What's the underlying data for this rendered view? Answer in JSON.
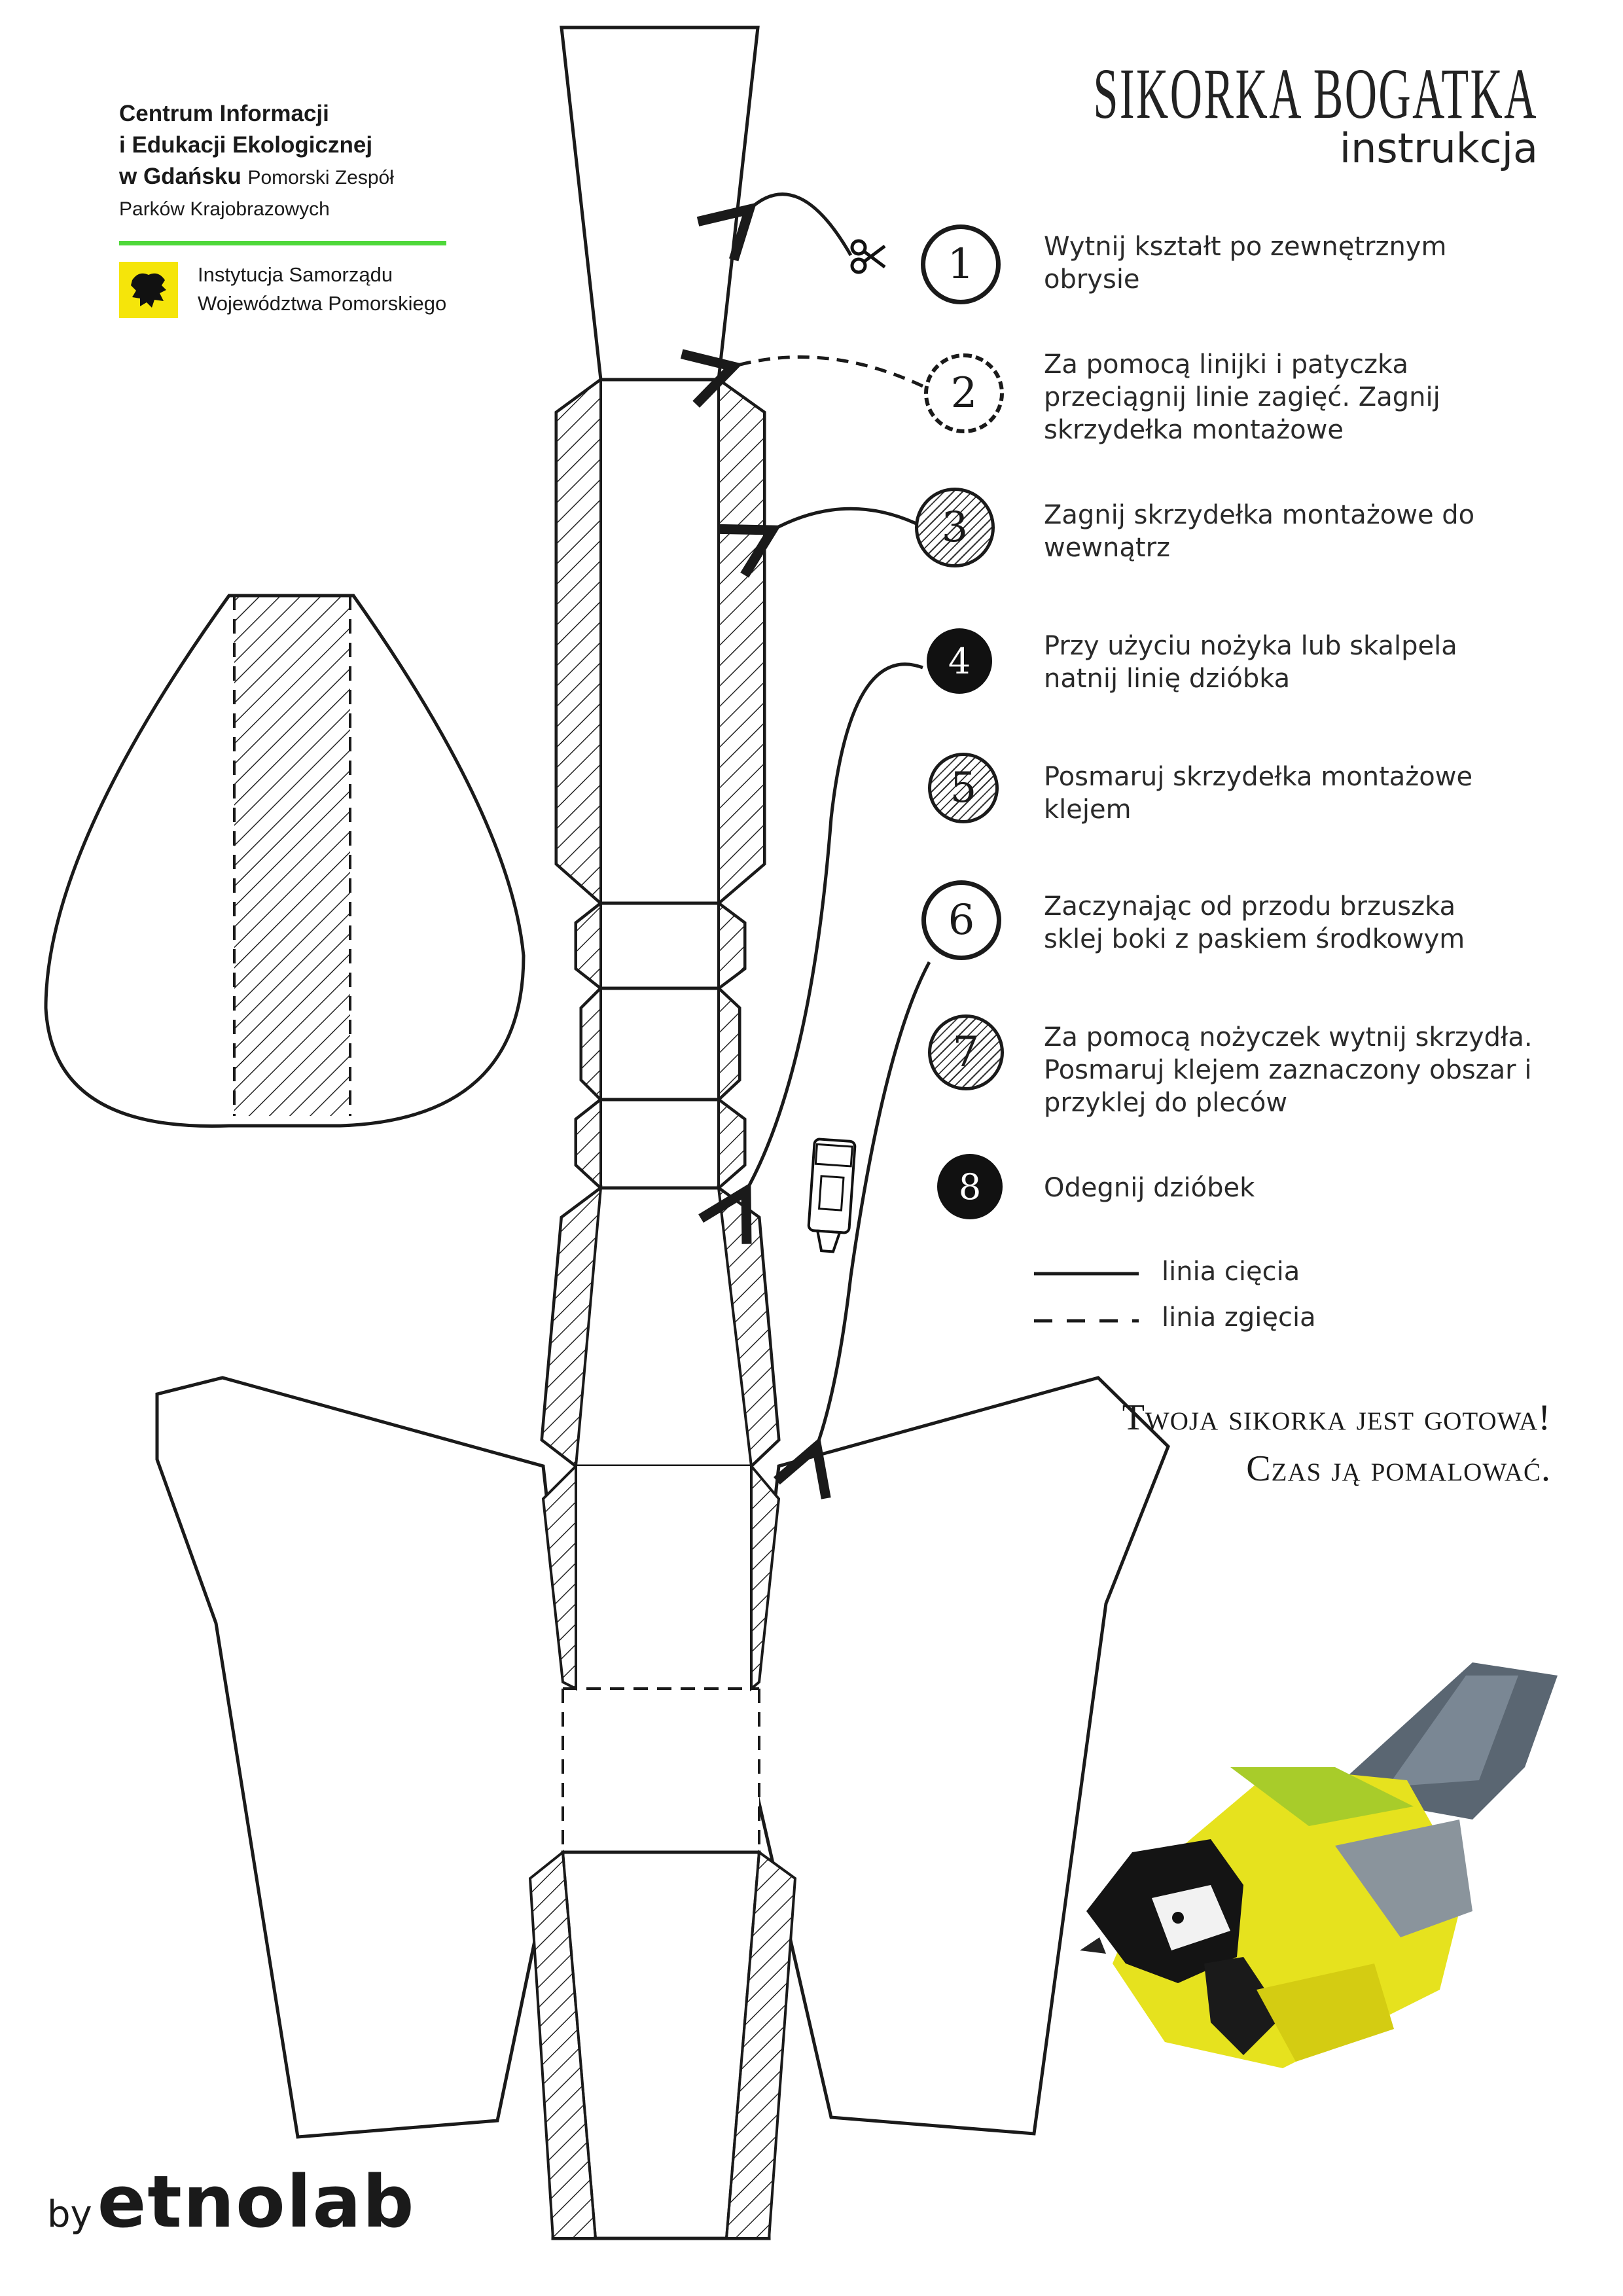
{
  "header": {
    "org_line1": "Centrum Informacji",
    "org_line2": "i Edukacji Ekologicznej",
    "org_line3_bold": "w Gdańsku",
    "org_line3_small": "Pomorski Zespół",
    "org_line4": "Parków Krajobrazowych",
    "inst_line1": "Instytucja Samorządu",
    "inst_line2": "Województwa Pomorskiego",
    "accent_green": "#4ed83a",
    "crest_yellow": "#f5e50a"
  },
  "title": "SIKORKA BOGATKA",
  "subtitle": "instrukcja",
  "steps": [
    {
      "num": "1",
      "style": "solid",
      "text": "Wytnij kształt po zewnętrznym obrysie"
    },
    {
      "num": "2",
      "style": "dashed",
      "text": "Za pomocą linijki i patyczka przeciągnij linie zagięć. Zagnij skrzydełka montażowe"
    },
    {
      "num": "3",
      "style": "hatched",
      "text": "Zagnij skrzydełka montażowe do wewnątrz"
    },
    {
      "num": "4",
      "style": "black",
      "text": "Przy użyciu nożyka lub skalpela natnij linię dzióbka"
    },
    {
      "num": "5",
      "style": "hatched",
      "text": "Posmaruj skrzydełka montażowe klejem"
    },
    {
      "num": "6",
      "style": "solid",
      "text": "Zaczynając od przodu brzuszka sklej boki z paskiem środkowym"
    },
    {
      "num": "7",
      "style": "hatched",
      "text": "Za pomocą nożyczek wytnij skrzydła. Posmaruj klejem zaznaczony obszar i przyklej do pleców"
    },
    {
      "num": "8",
      "style": "black",
      "text": "Odegnij dzióbek"
    }
  ],
  "legend": {
    "cut": "linia cięcia",
    "fold": "linia zgięcia"
  },
  "ready": {
    "line1": "Twoja sikorka jest gotowa!",
    "line2": "Czas ją pomalować."
  },
  "brand": {
    "by": "by",
    "name": "etnolab"
  },
  "icons": [
    "scissors-icon",
    "glue-tube-icon",
    "crest-icon",
    "bird-illustration"
  ]
}
